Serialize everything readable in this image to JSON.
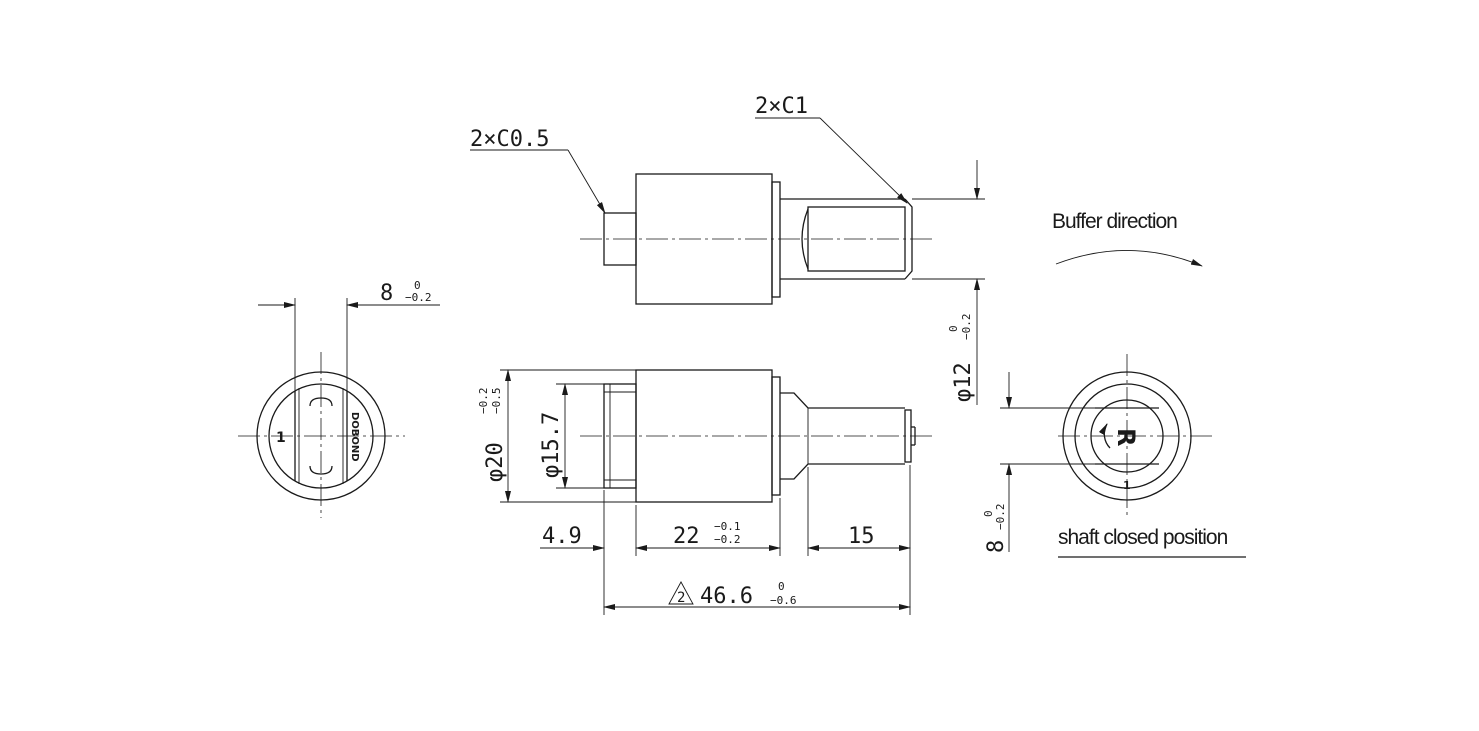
{
  "labels": {
    "chamfer_small": "2×C0.5",
    "chamfer_large": "2×C1",
    "buffer_direction": "Buffer direction",
    "shaft_closed": "shaft closed position"
  },
  "dimensions": {
    "width_8": {
      "value": "8",
      "upper": "0",
      "lower": "−0.2"
    },
    "dia_20": {
      "value": "φ20",
      "upper": "−0.2",
      "lower": "−0.5"
    },
    "dia_15_7": {
      "value": "φ15.7"
    },
    "dia_12": {
      "value": "φ12",
      "upper": "0",
      "lower": "−0.2"
    },
    "width_8_right": {
      "value": "8",
      "upper": "0",
      "lower": "−0.2"
    },
    "len_4_9": {
      "value": "4.9"
    },
    "len_22": {
      "value": "22",
      "upper": "−0.1",
      "lower": "−0.2"
    },
    "len_15": {
      "value": "15"
    },
    "total_46_6": {
      "value": "46.6",
      "upper": "0",
      "lower": "−0.6",
      "note": "2"
    }
  },
  "marks": {
    "end_view_number": "1",
    "end_view_brand": "DOBOND",
    "rotation_letter": "R",
    "rotation_number": "1"
  }
}
